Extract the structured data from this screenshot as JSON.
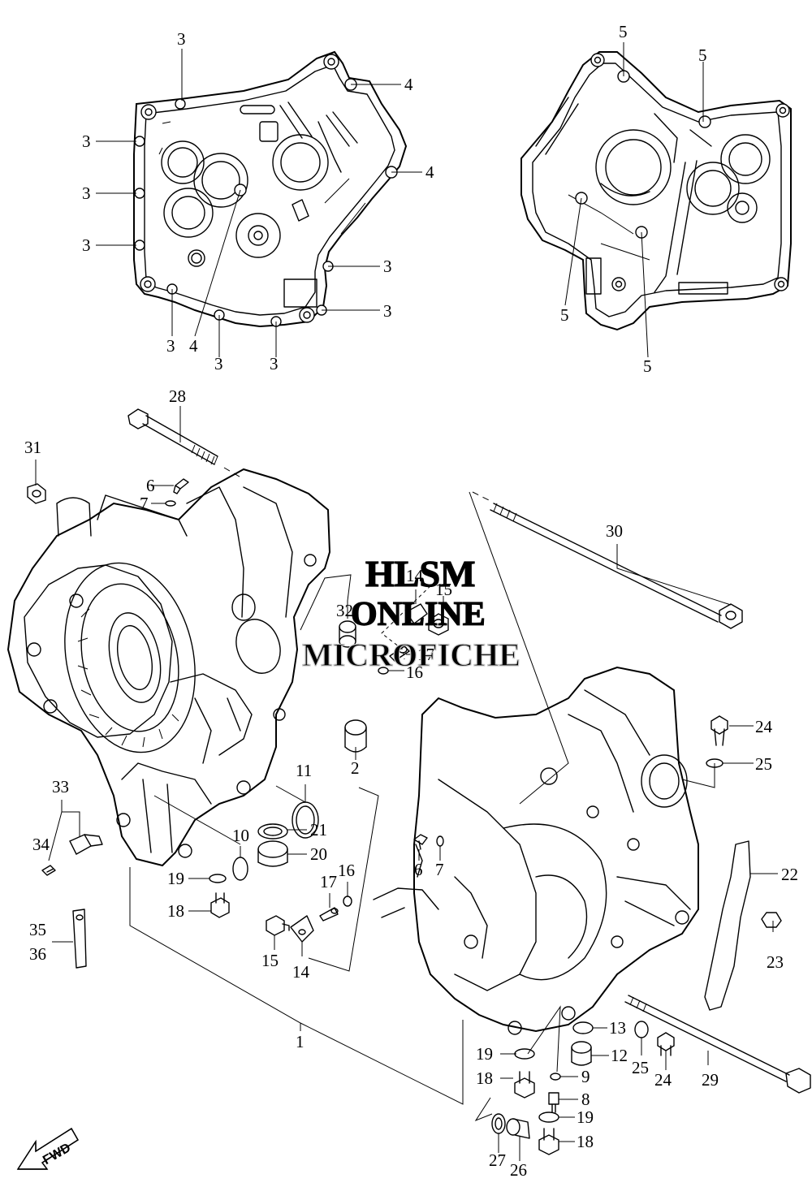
{
  "watermark": {
    "line1": "HLSM",
    "line2": "ONLINE",
    "line3": "MICROFICHE"
  },
  "fwd_badge": "FWD",
  "callouts": {
    "c3_top": "3",
    "c3_l1": "3",
    "c3_l2": "3",
    "c3_l3": "3",
    "c4_r1": "4",
    "c4_r2": "4",
    "c3_r1": "3",
    "c3_r2": "3",
    "c3_b1": "3",
    "c4_b": "4",
    "c3_b2": "3",
    "c3_b3": "3",
    "c5_t1": "5",
    "c5_t2": "5",
    "c5_b1": "5",
    "c5_b2": "5",
    "c28": "28",
    "c31": "31",
    "c6a": "6",
    "c7a": "7",
    "c30": "30",
    "c32": "32",
    "c14a": "14",
    "c15a": "15",
    "c17a": "17",
    "c16a": "16",
    "c2": "2",
    "c11": "11",
    "c21": "21",
    "c20": "20",
    "c10": "10",
    "c33": "33",
    "c34": "34",
    "c19a": "19",
    "c18a": "18",
    "c17b": "17",
    "c16b": "16",
    "c15b": "15",
    "c14b": "14",
    "c35": "35",
    "c36": "36",
    "c1": "1",
    "c6b": "6",
    "c7b": "7",
    "c24a": "24",
    "c25a": "25",
    "c22": "22",
    "c23": "23",
    "c13": "13",
    "c12": "12",
    "c9": "9",
    "c8": "8",
    "c19b": "19",
    "c18b": "18",
    "c19c": "19",
    "c18c": "18",
    "c27": "27",
    "c26": "26",
    "c25b": "25",
    "c24b": "24",
    "c29": "29"
  }
}
